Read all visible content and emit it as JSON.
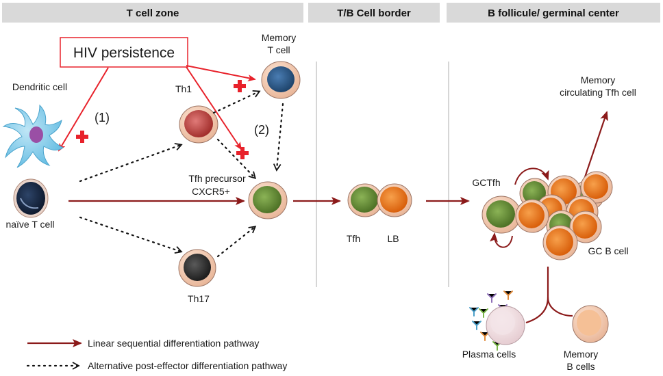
{
  "headers": {
    "t_zone": "T cell zone",
    "border": "T/B Cell border",
    "b_follicle": "B follicule/ germinal center"
  },
  "labels": {
    "hiv": "HIV persistence",
    "dendritic": "Dendritic cell",
    "naive": "naïve T cell",
    "th1": "Th1",
    "th17": "Th17",
    "memory_t_1": "Memory",
    "memory_t_2": "T cell",
    "tfh_precursor_1": "Tfh precursor",
    "tfh_precursor_2": "CXCR5+",
    "step1": "(1)",
    "step2": "(2)",
    "tfh": "Tfh",
    "lb": "LB",
    "gctfh": "GCTfh",
    "mem_circ_1": "Memory",
    "mem_circ_2": "circulating Tfh cell",
    "gc_b": "GC B cell",
    "plasma": "Plasma cells",
    "memory_b_1": "Memory",
    "memory_b_2": "B cells"
  },
  "legend": {
    "linear": "Linear sequential differentiation pathway",
    "alternative": "Alternative post-effector differentiation pathway"
  },
  "colors": {
    "header_bg": "#d9d9d9",
    "pathway": "#8b1a1a",
    "hiv": "#e8222b",
    "tfh_green": "#6b8e3a",
    "b_orange": "#e8761e",
    "th1_red": "#c0504d",
    "memory_blue": "#2f5e8e",
    "naive_navy": "#1b2a44",
    "th17_dark": "#3a3a3a"
  }
}
